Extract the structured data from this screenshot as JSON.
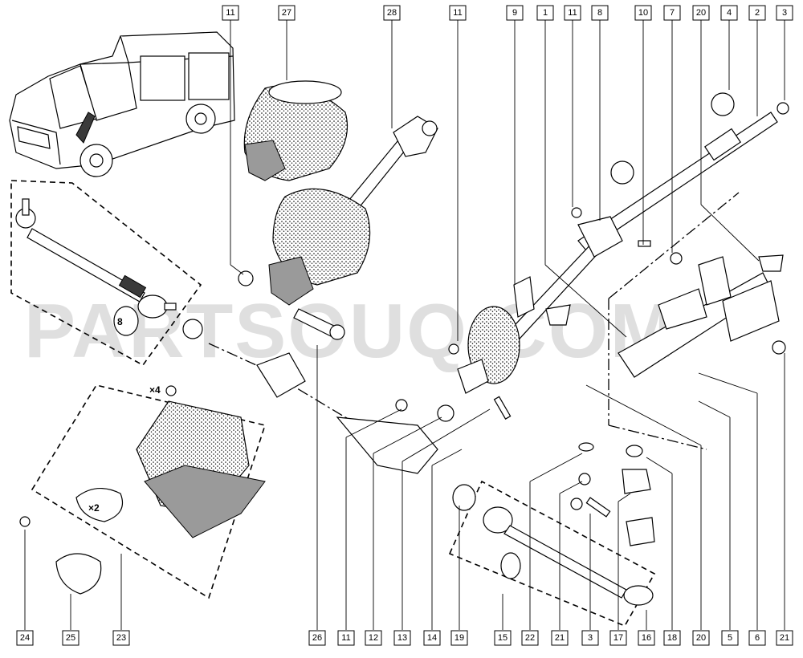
{
  "watermark": "PARTSOUQ.COM",
  "multipliers": {
    "bolts": "×4",
    "clamps": "×2"
  },
  "callouts_top": [
    "11",
    "27",
    "28",
    "11",
    "9",
    "1",
    "11",
    "8",
    "10",
    "7",
    "20",
    "4",
    "2",
    "3"
  ],
  "callouts_bottom": [
    "24",
    "25",
    "23",
    "26",
    "11",
    "12",
    "13",
    "14",
    "19",
    "15",
    "22",
    "21",
    "3",
    "17",
    "16",
    "18",
    "20",
    "5",
    "6",
    "21"
  ]
}
